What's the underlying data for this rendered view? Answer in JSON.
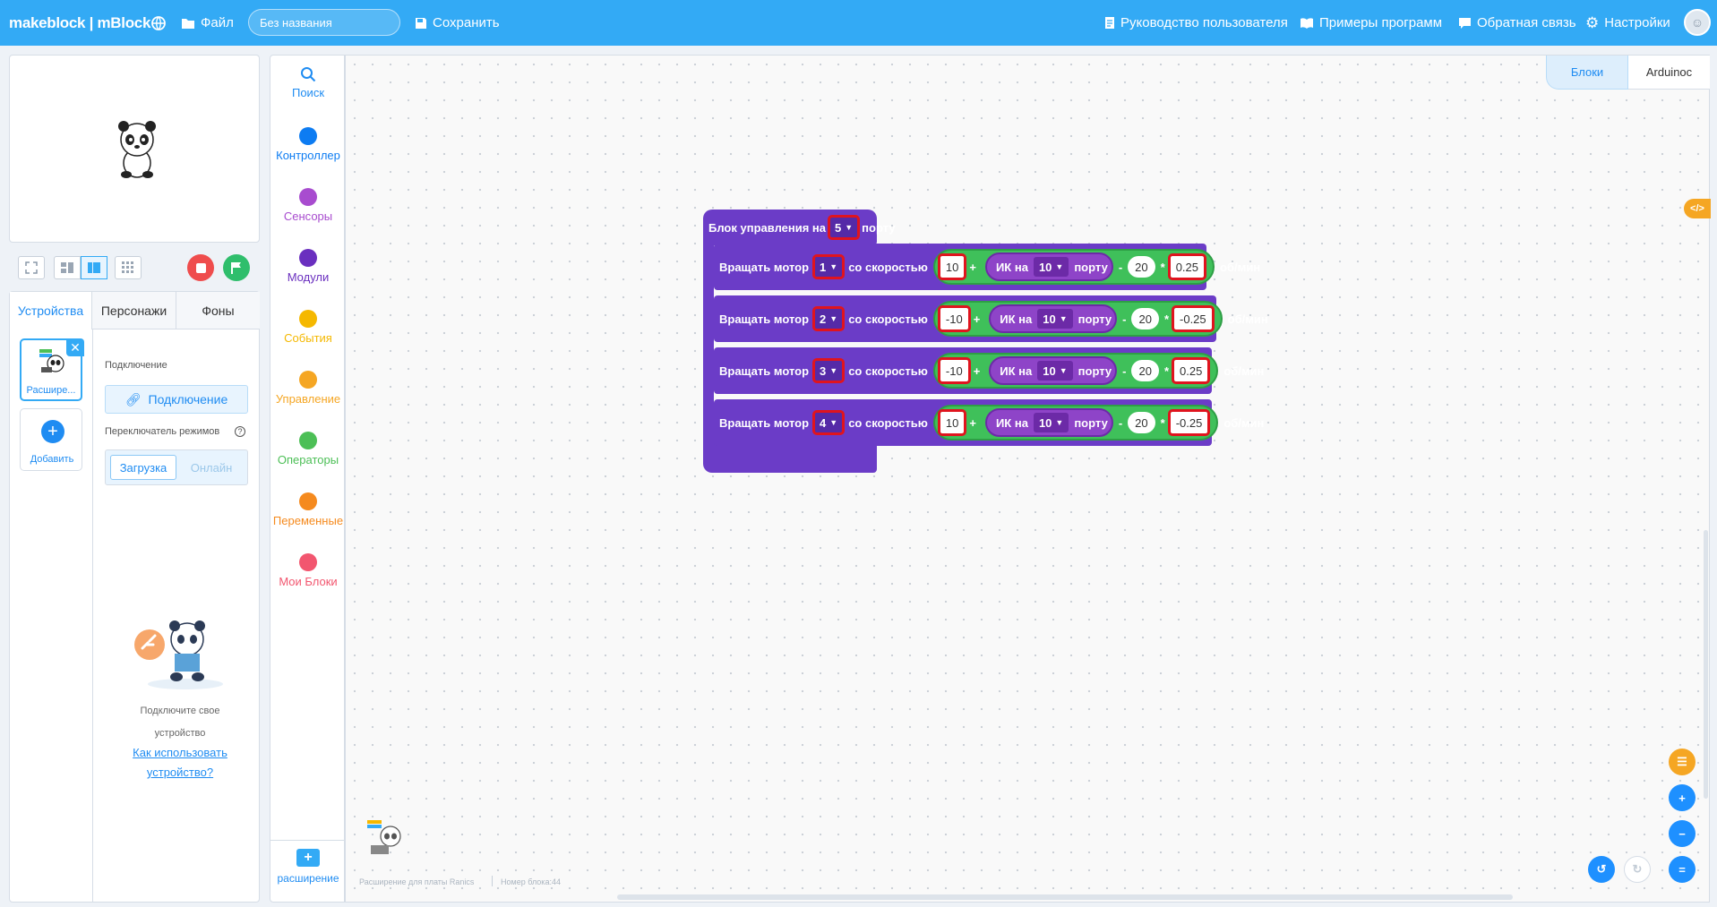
{
  "header": {
    "logo": "makeblock | mBlock",
    "file_label": "Файл",
    "project_name": "Без названия",
    "save_label": "Сохранить",
    "guide_label": "Руководство пользователя",
    "examples_label": "Примеры программ",
    "feedback_label": "Обратная связь",
    "settings_label": "Настройки"
  },
  "tabs": {
    "devices": "Устройства",
    "sprites": "Персонажи",
    "backgrounds": "Фоны"
  },
  "device": {
    "name": "Расшире...",
    "add_label": "Добавить"
  },
  "connection": {
    "heading": "Подключение",
    "button": "Подключение",
    "mode_label": "Переключатель режимов",
    "mode_upload": "Загрузка",
    "mode_live": "Онлайн",
    "hint_text": "Подключите свое устройство",
    "how_to_link": "Как использовать устройство?"
  },
  "categories": [
    {
      "label": "Поиск",
      "color": "#1e90ff"
    },
    {
      "label": "Контроллер",
      "color": "#0d7cf2"
    },
    {
      "label": "Сенсоры",
      "color": "#a84ccf"
    },
    {
      "label": "Модули",
      "color": "#6a2fbf"
    },
    {
      "label": "События",
      "color": "#f5b800"
    },
    {
      "label": "Управление",
      "color": "#f5a623"
    },
    {
      "label": "Операторы",
      "color": "#4cbf56"
    },
    {
      "label": "Переменные",
      "color": "#f58a1e"
    },
    {
      "label": "Мои Блоки",
      "color": "#f2566f"
    }
  ],
  "extension_label": "расширение",
  "workspace_tabs": {
    "blocks": "Блоки",
    "arduino": "Arduinoc"
  },
  "program": {
    "hat": {
      "prefix": "Блок управления на",
      "port": "5",
      "suffix": "порту"
    },
    "rows": [
      {
        "label": "Вращать мотор",
        "motor": "1",
        "speed_text": "со скоростью",
        "base": "10",
        "ir": "ИК на",
        "ir_port": "10",
        "port_text": "порту",
        "minus_val": "20",
        "factor": "0.25",
        "unit": "об/мин"
      },
      {
        "label": "Вращать мотор",
        "motor": "2",
        "speed_text": "со скоростью",
        "base": "-10",
        "ir": "ИК на",
        "ir_port": "10",
        "port_text": "порту",
        "minus_val": "20",
        "factor": "-0.25",
        "unit": "об/мин"
      },
      {
        "label": "Вращать мотор",
        "motor": "3",
        "speed_text": "со скоростью",
        "base": "-10",
        "ir": "ИК на",
        "ir_port": "10",
        "port_text": "порту",
        "minus_val": "20",
        "factor": "0.25",
        "unit": "об/мин"
      },
      {
        "label": "Вращать мотор",
        "motor": "4",
        "speed_text": "со скоростью",
        "base": "10",
        "ir": "ИК на",
        "ir_port": "10",
        "port_text": "порту",
        "minus_val": "20",
        "factor": "-0.25",
        "unit": "об/мин"
      }
    ]
  },
  "footer_status": {
    "extension_text": "Расширение для платы Ranics",
    "block_count": "Номер блока:44"
  }
}
